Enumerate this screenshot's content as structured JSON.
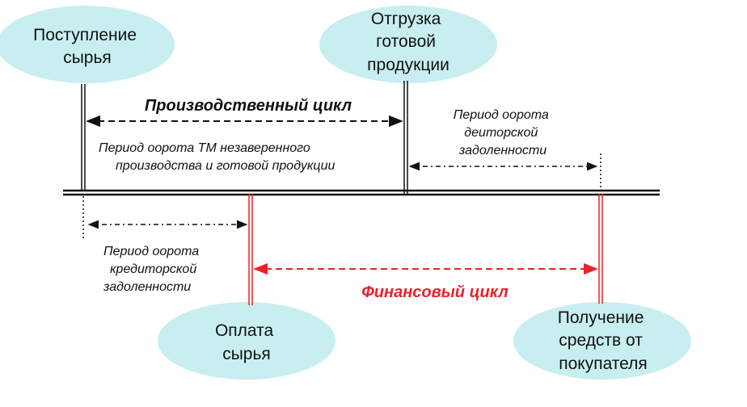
{
  "colors": {
    "ellipse_fill": "#c8eef0",
    "main_line": "#111111",
    "financial": "#e8222a",
    "text": "#111111"
  },
  "events": {
    "raw_intake": [
      "Поступление",
      "сырья"
    ],
    "shipment": [
      "Отгрузка",
      "готовой",
      "продукции"
    ],
    "raw_payment": [
      "Оплата",
      "сырья"
    ],
    "customer_receipt": [
      "Получение",
      "средств от",
      "покупателя"
    ]
  },
  "cycles": {
    "production": "Производственный  цикл",
    "financial": "Финансовый  цикл"
  },
  "periods": {
    "inventory_turnover": [
      "Период  оорота ТМ  незаверенного",
      "производства  и  готовой  продукции"
    ],
    "receivables_turnover": [
      "Период  оорота",
      "деиторской",
      "задоленности"
    ],
    "payables_turnover": [
      "Период  оорота",
      "кредиторской",
      "задоленности"
    ]
  }
}
